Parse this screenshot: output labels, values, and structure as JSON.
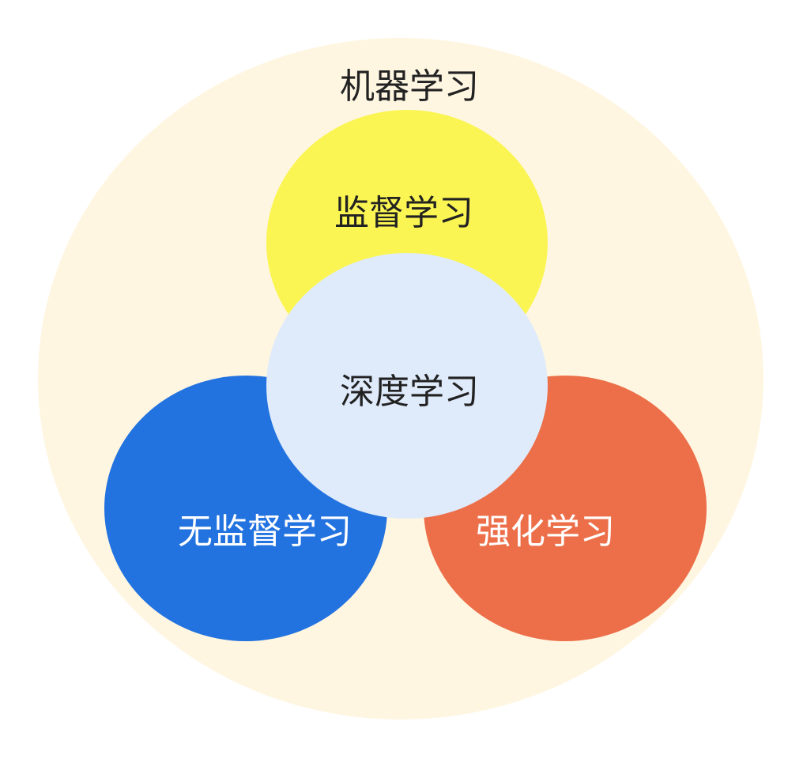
{
  "diagram": {
    "outer": {
      "label": "机器学习",
      "color": "#FFF6E1",
      "text_color": "#222222"
    },
    "supervised": {
      "label": "监督学习",
      "color": "#FAF552",
      "text_color": "#222222"
    },
    "unsupervised": {
      "label": "无监督学习",
      "color": "#2272E0",
      "text_color": "#FFFFFF"
    },
    "reinforcement": {
      "label": "强化学习",
      "color": "#EC6F4A",
      "text_color": "#FFFFFF"
    },
    "deep": {
      "label": "深度学习",
      "color": "#DFEBFB",
      "text_color": "#222222"
    }
  }
}
